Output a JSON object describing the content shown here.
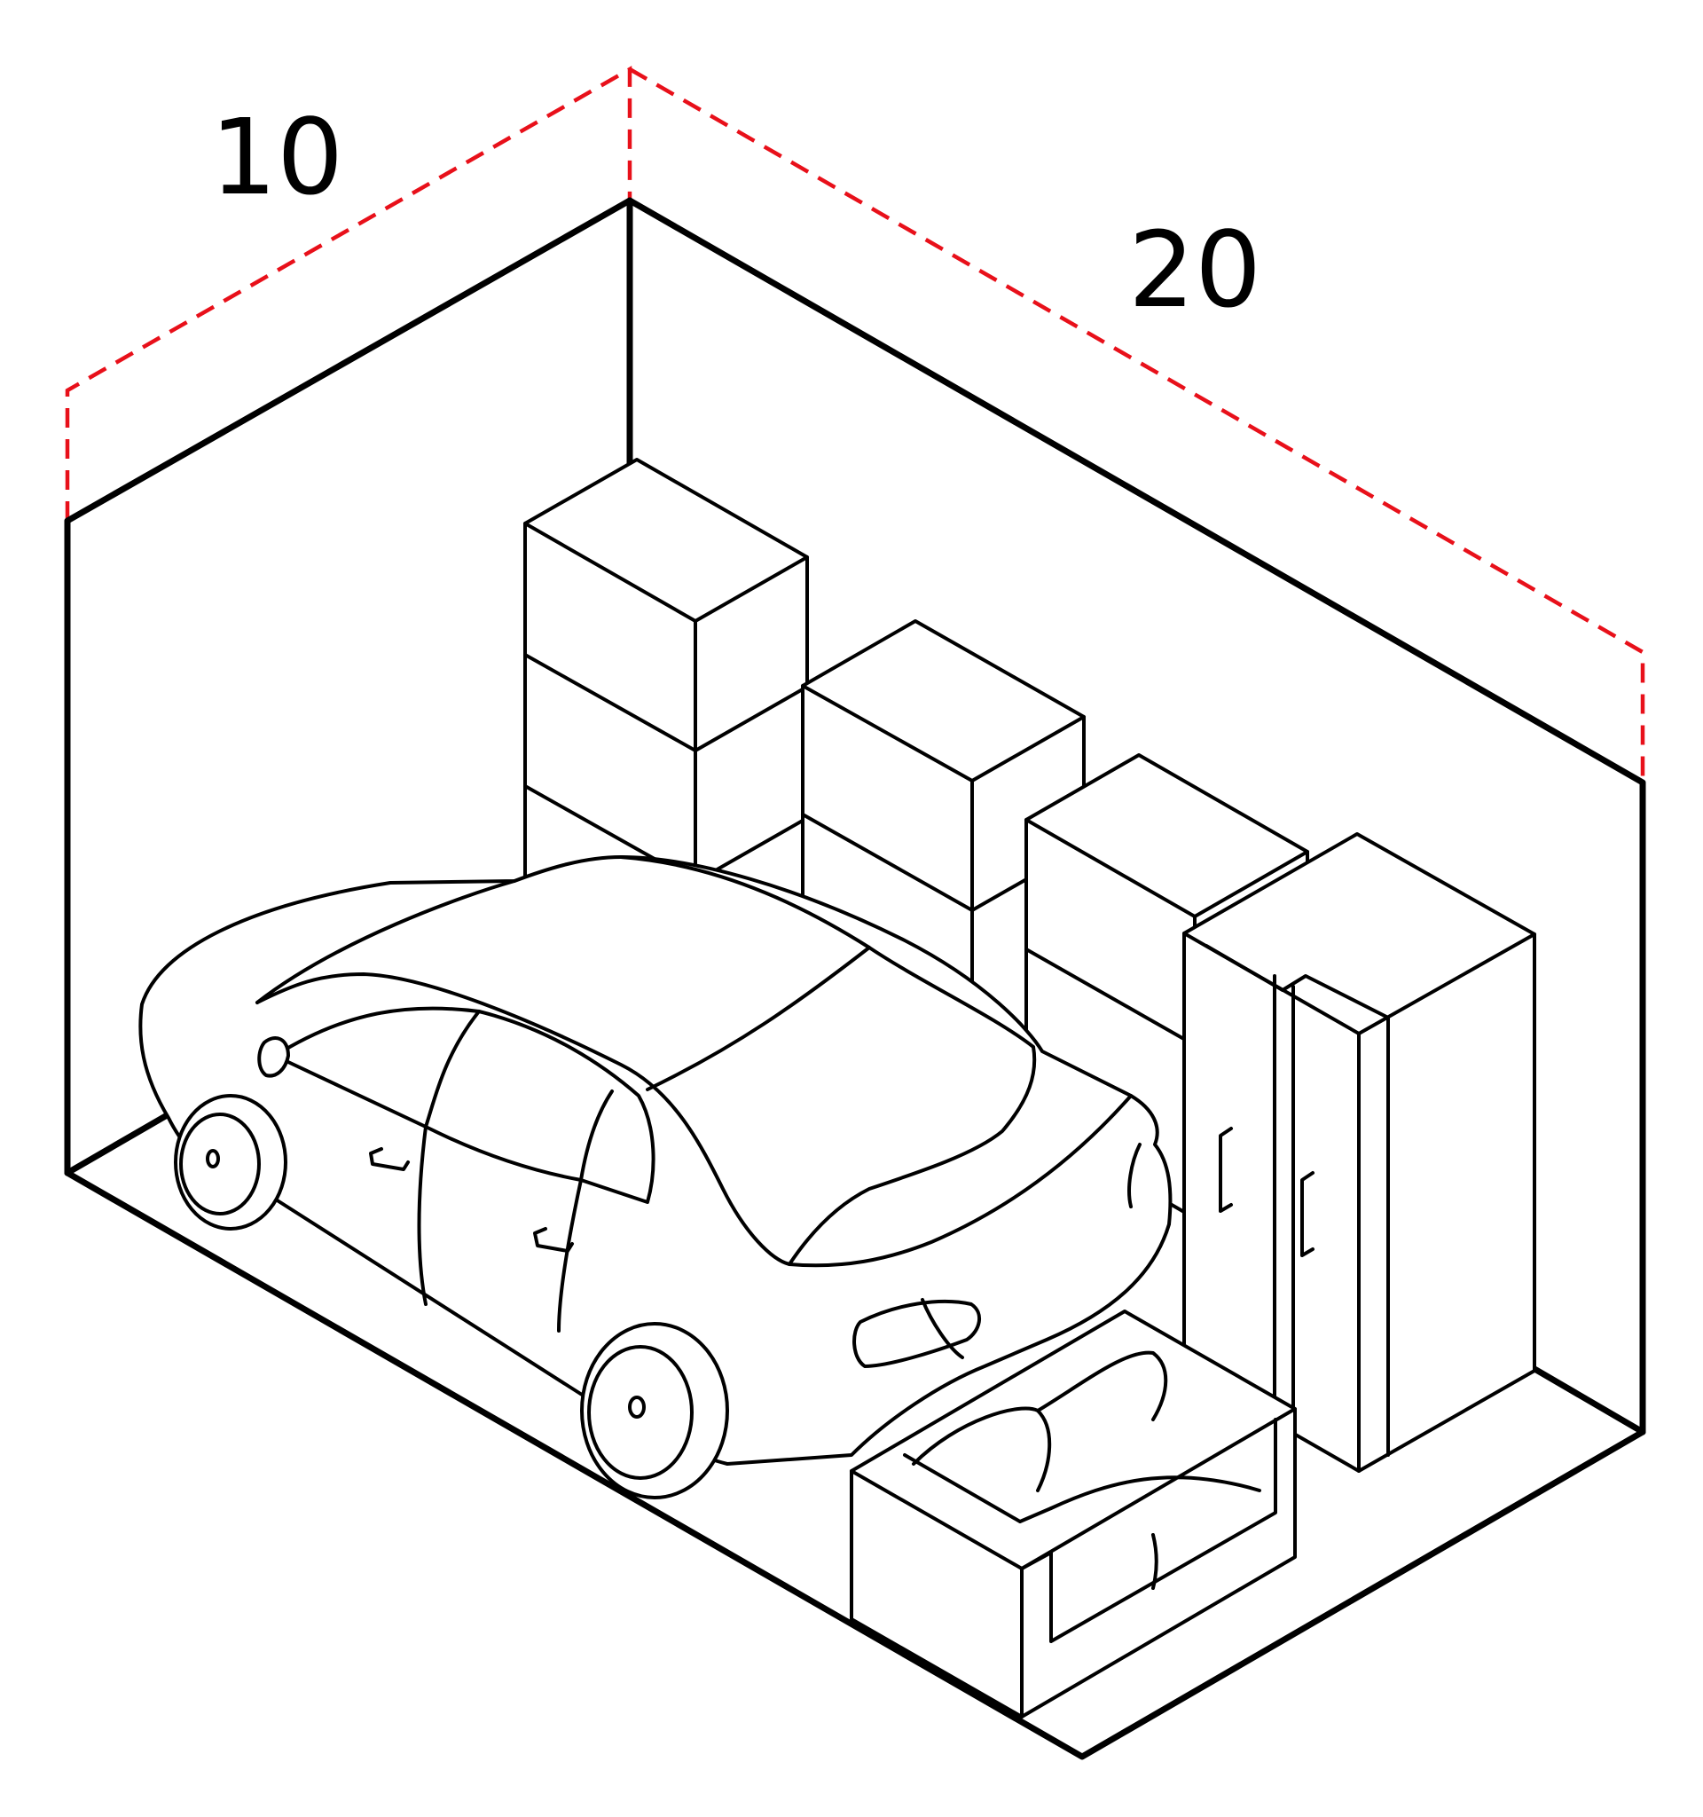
{
  "diagram": {
    "width_label": "10",
    "depth_label": "20",
    "dimension_color": "#e8101a",
    "line_color": "#000000",
    "objects": [
      "car",
      "storage-boxes",
      "wardrobe",
      "sofa"
    ]
  }
}
